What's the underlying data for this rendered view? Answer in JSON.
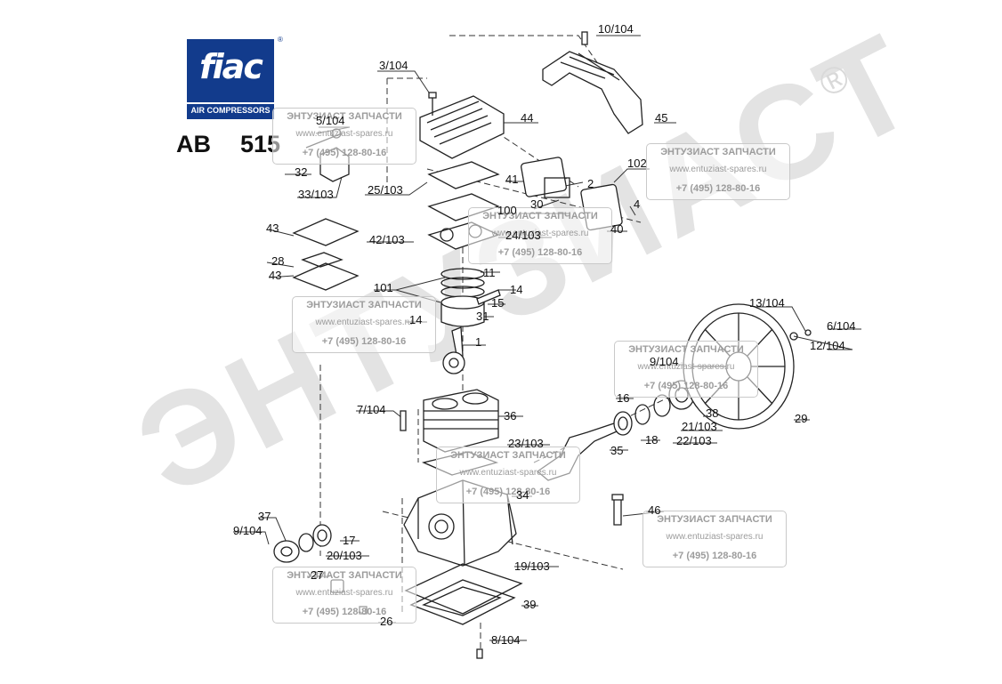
{
  "logo": {
    "brand": "fiac",
    "tagline": "AIR COMPRESSORS",
    "registered": "®"
  },
  "model": {
    "series": "AB",
    "number": "515"
  },
  "watermark": {
    "big_text": "ЭНТУЗИАСТ",
    "stamp_title": "ЭНТУЗИАСТ ЗАПЧАСТИ",
    "stamp_url": "www.entuziast-spares.ru",
    "stamp_phone": "+7 (495) 128-80-16"
  },
  "labels": [
    "10/104",
    "3/104",
    "44",
    "45",
    "5/104",
    "32",
    "33/103",
    "25/103",
    "41",
    "2",
    "102",
    "30",
    "100",
    "24/103",
    "4",
    "40",
    "43",
    "42/103",
    "28",
    "43",
    "11",
    "101",
    "14",
    "15",
    "14",
    "31",
    "1",
    "13/104",
    "6/104",
    "12/104",
    "9/104",
    "16",
    "38",
    "21/103",
    "29",
    "7/104",
    "36",
    "23/103",
    "35",
    "18",
    "22/103",
    "34",
    "46",
    "37",
    "9/104",
    "17",
    "20/103",
    "27",
    "19/103",
    "39",
    "26",
    "8/104"
  ],
  "colors": {
    "logo_blue": "#123b8c",
    "line": "#222222",
    "watermark": "#bdbdbd"
  }
}
